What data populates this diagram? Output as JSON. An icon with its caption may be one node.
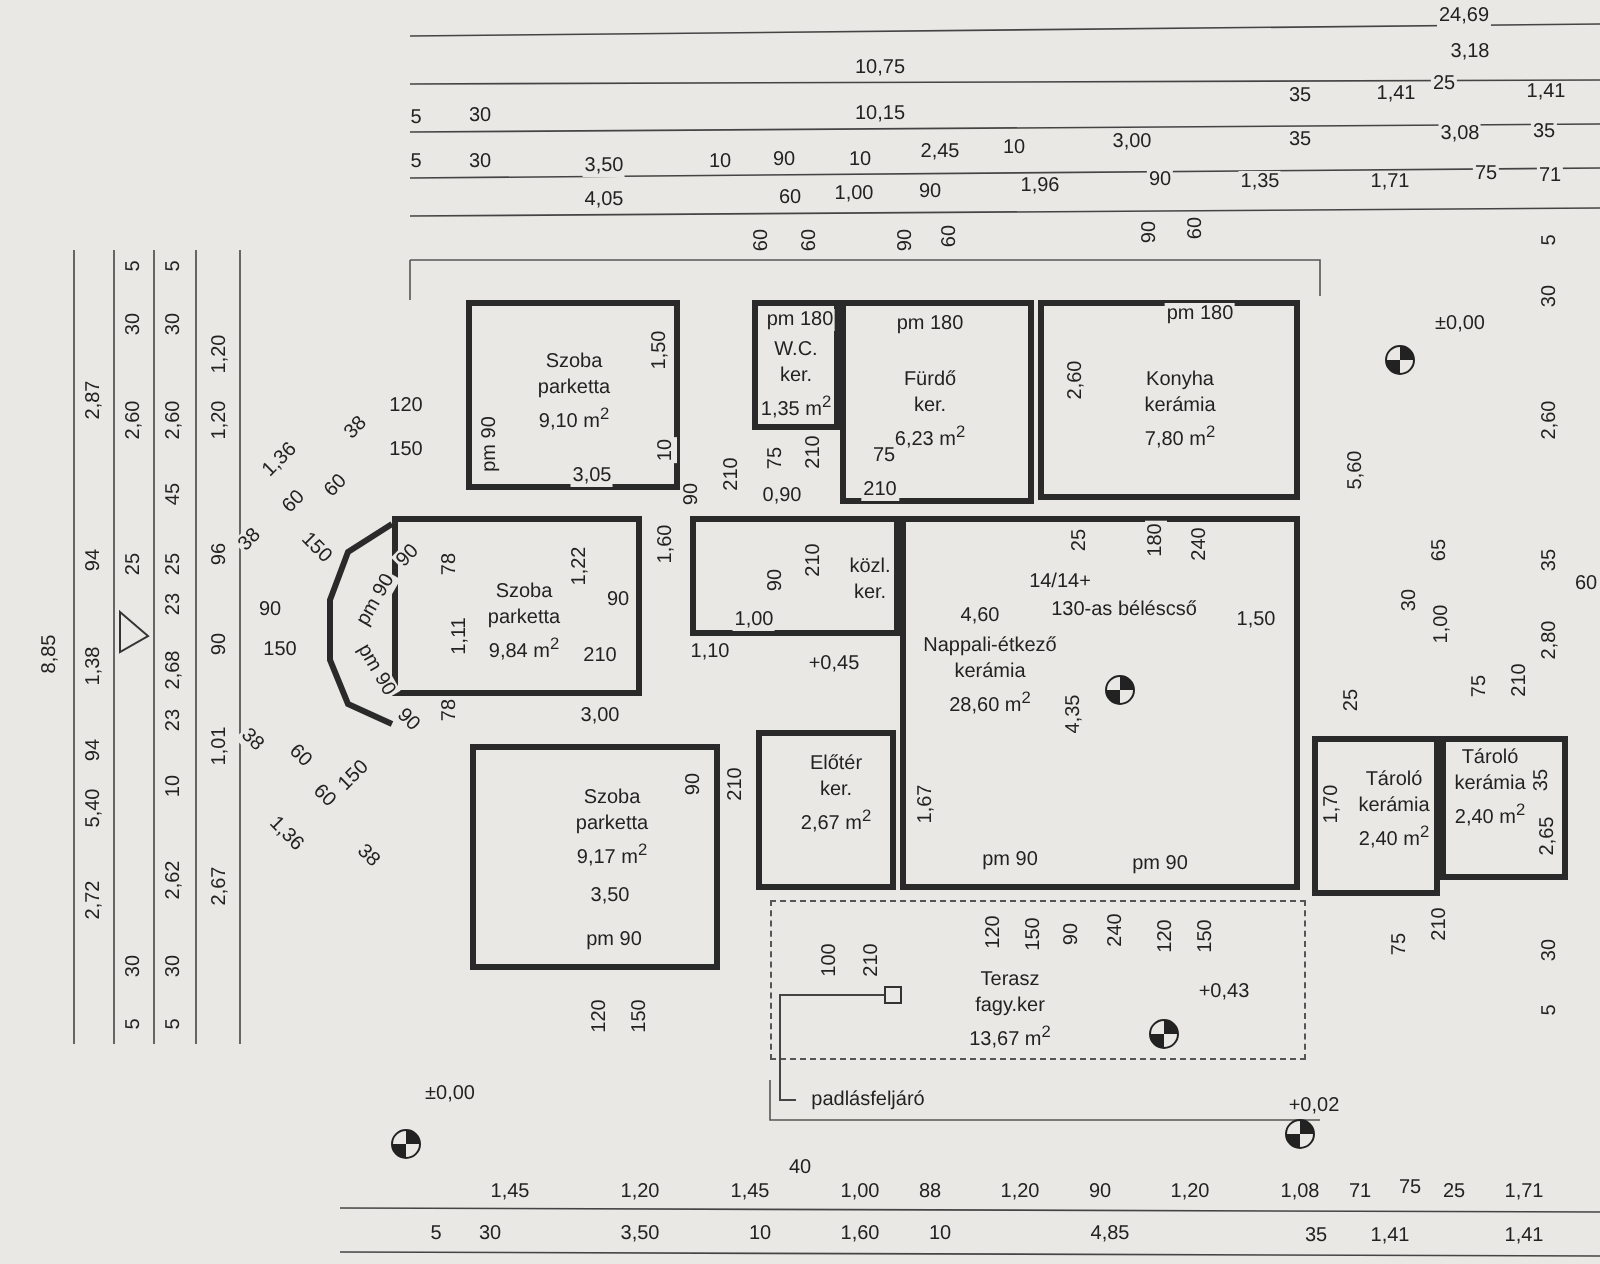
{
  "diagram": {
    "nodes": [
      {
        "text": [
          "Szoba",
          "parketta",
          "9,10 m$^{2}$"
        ]
      },
      {
        "text": [
          "W.C.",
          "ker.",
          "1,35 m$^{2}$"
        ]
      },
      {
        "text": [
          "Fürdő",
          "ker.",
          "6,23 m$^{2}$"
        ]
      },
      {
        "text": [
          "Konyha",
          "kerámia",
          "7,80 m$^{2}$"
        ]
      },
      {
        "text": [
          "Szoba",
          "parketta",
          "9,84 m$^{2}$"
        ]
      },
      {
        "text": [
          "közl.",
          "ker."
        ]
      },
      {
        "text": [
          "Nappali-étkező",
          "kerámia",
          "28,60 m$^{2}$"
        ]
      },
      {
        "text": [
          "Előtér",
          "ker.",
          "2,67 m$^{2}$"
        ]
      },
      {
        "text": [
          "Szoba",
          "parketta",
          "9,17 m$^{2}$"
        ]
      },
      {
        "text": [
          "Terasz",
          "fagy.ker",
          "13,67 m$^{2}$"
        ]
      },
      {
        "text": [
          "Tároló",
          "kerámia",
          "2,40 m$^{2}$"
        ]
      },
      {
        "text": [
          "Tároló",
          "kerámia",
          "2,40 m$^{2}$"
        ]
      },
      {
        "text": [
          "padlásfeljáró"
        ]
      },
      {
        "text": [],
        "shape": "box",
        "in": 9
      }
    ],
    "edges": [
      {
        "from": 12,
        "to": 13,
        "arrow": "none"
      }
    ],
    "labels": [
      "24,69",
      "10,75",
      "3,18",
      "5",
      "30",
      "10,15",
      "35",
      "1,41",
      "25",
      "1,41",
      "5",
      "30",
      "3,50",
      "10",
      "90",
      "10",
      "2,45",
      "10",
      "3,00",
      "35",
      "3,08",
      "35",
      "4,05",
      "60",
      "1,00",
      "90",
      "1,96",
      "90",
      "1,35",
      "1,71",
      "75",
      "71",
      "60",
      "60",
      "90",
      "60",
      "90",
      "60",
      "8,85",
      "2,87",
      "94",
      "1,38",
      "94",
      "5,40",
      "2,72",
      "5",
      "30",
      "2,60",
      "25",
      "30",
      "5",
      "5",
      "30",
      "2,60",
      "45",
      "25",
      "23",
      "2,68",
      "10",
      "2,62",
      "30",
      "5",
      "1,20",
      "1,20",
      "96",
      "90",
      "23",
      "1,01",
      "2,67",
      "1,36",
      "38",
      "60",
      "60",
      "38",
      "150",
      "90",
      "150",
      "38",
      "60",
      "60",
      "1,36",
      "150",
      "38",
      "90",
      "pm 90",
      "78",
      "1,11",
      "pm 90",
      "90",
      "78",
      "120",
      "150",
      "pm 90",
      "pm 180",
      "pm 180",
      "pm 180",
      "1,50",
      "10",
      "3,05",
      "90",
      "210",
      "75",
      "210",
      "0,90",
      "75",
      "210",
      "2,60",
      "5,60",
      "1,60",
      "1,22",
      "90",
      "90",
      "210",
      "1,00",
      "4,60",
      "14/14+",
      "130-as béléscső",
      "25",
      "180",
      "240",
      "1,50",
      "210",
      "1,10",
      "+0,45",
      "3,00",
      "4,35",
      "1,67",
      "pm 90",
      "pm 90",
      "90",
      "210",
      "3,50",
      "pm 90",
      "100",
      "210",
      "120",
      "150",
      "90",
      "240",
      "120",
      "150",
      "120",
      "150",
      "+0,43",
      "±0,00",
      "+0,02",
      "±0,00",
      "30",
      "65",
      "1,00",
      "2,80",
      "2,60",
      "30",
      "5",
      "35",
      "60",
      "25",
      "1,70",
      "75",
      "210",
      "2,65",
      "35",
      "75",
      "210",
      "30",
      "5",
      "40",
      "1,45",
      "1,20",
      "1,45",
      "1,00",
      "88",
      "1,20",
      "90",
      "1,20",
      "1,08",
      "71",
      "75",
      "25",
      "1,71",
      "5",
      "30",
      "3,50",
      "10",
      "1,60",
      "10",
      "4,85",
      "35",
      "1,41",
      "1,41"
    ]
  }
}
